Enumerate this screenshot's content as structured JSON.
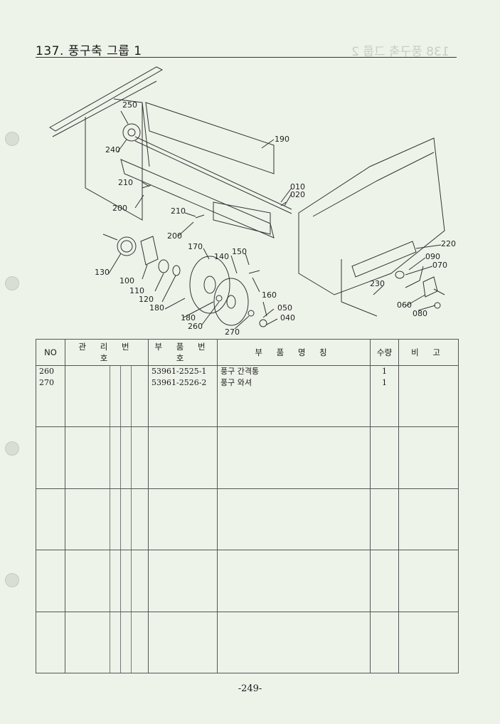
{
  "header": {
    "title": "137. 풍구축 그룹 1",
    "ghost_title": "138 풍구축 그룹 2"
  },
  "diagram": {
    "callouts": [
      "250",
      "240",
      "190",
      "010",
      "020",
      "210",
      "200",
      "210",
      "200",
      "170",
      "150",
      "140",
      "130",
      "100",
      "110",
      "120",
      "180",
      "180",
      "260",
      "270",
      "160",
      "050",
      "040",
      "220",
      "090",
      "070",
      "230",
      "060",
      "080"
    ]
  },
  "table": {
    "headers": {
      "no": "NO",
      "mgmt": "관 리 번 호",
      "part_no": "부 품 번 호",
      "name": "부 품 명 칭",
      "qty": "수량",
      "remark": "비 고"
    },
    "rows": [
      {
        "no": "260",
        "part_no": "53961-2525-1",
        "name": "풍구 간격통",
        "qty": "1"
      },
      {
        "no": "270",
        "part_no": "53961-2526-2",
        "name": "풍구 와셔",
        "qty": "1"
      }
    ]
  },
  "footer": {
    "page_number": "-249-"
  }
}
